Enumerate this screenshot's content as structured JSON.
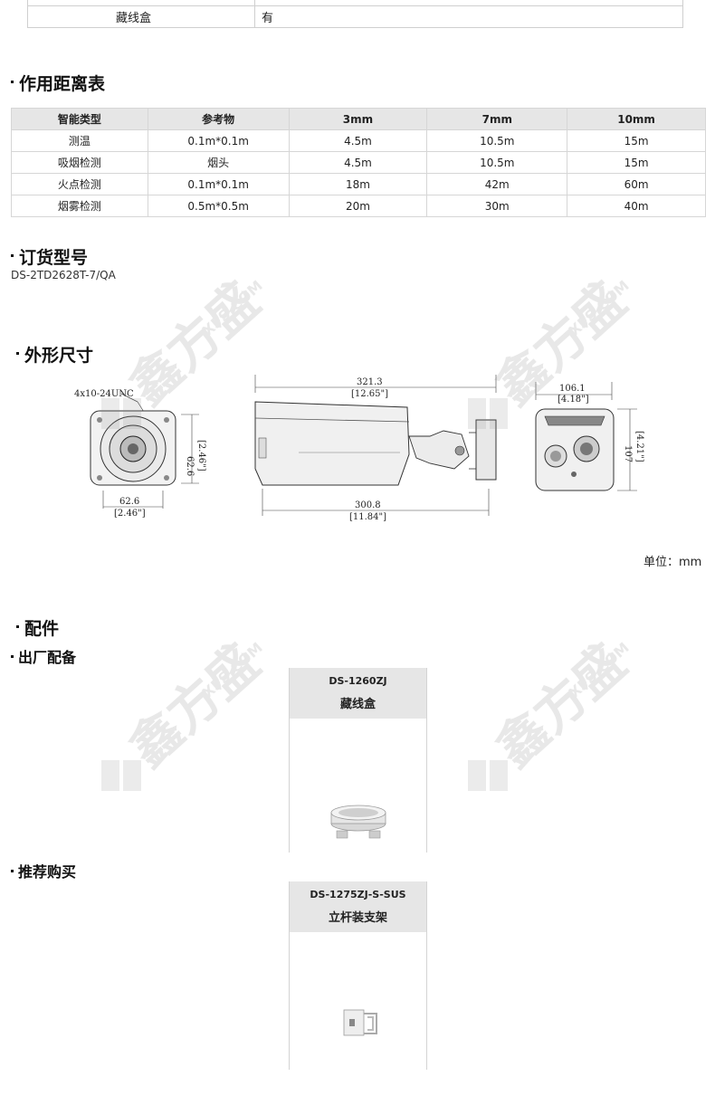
{
  "top_table": {
    "key": "藏线盒",
    "value": "有"
  },
  "sections": {
    "distance_title": "作用距离表",
    "order_title": "订货型号",
    "dimension_title": "外形尺寸",
    "accessory_title": "配件",
    "factory_title": "出厂配备",
    "recommend_title": "推荐购买"
  },
  "distance_table": {
    "headers": [
      "智能类型",
      "参考物",
      "3mm",
      "7mm",
      "10mm"
    ],
    "rows": [
      [
        "测温",
        "0.1m*0.1m",
        "4.5m",
        "10.5m",
        "15m"
      ],
      [
        "吸烟检测",
        "烟头",
        "4.5m",
        "10.5m",
        "15m"
      ],
      [
        "火点检测",
        "0.1m*0.1m",
        "18m",
        "42m",
        "60m"
      ],
      [
        "烟雾检测",
        "0.5m*0.5m",
        "20m",
        "30m",
        "40m"
      ]
    ]
  },
  "model": "DS-2TD2628T-7/QA",
  "dimensions": {
    "thread": "4x10-24UNC",
    "front_height": "62.6",
    "front_height_in": "[2.46\"]",
    "front_width": "62.6",
    "front_width_in": "[2.46\"]",
    "total_length": "321.3",
    "total_length_in": "[12.65\"]",
    "body_length": "300.8",
    "body_length_in": "[11.84\"]",
    "rear_width": "106.1",
    "rear_width_in": "[4.18\"]",
    "rear_height": "107",
    "rear_height_in": "[4.21\"]"
  },
  "unit": "单位：mm",
  "accessories": {
    "factory": {
      "code": "DS-1260ZJ",
      "name": "藏线盒"
    },
    "recommend": {
      "code": "DS-1275ZJ-S-SUS",
      "name": "立杆装支架"
    }
  },
  "watermark": {
    "brand": "鑫方盛",
    "domain": "XFS.COM"
  }
}
